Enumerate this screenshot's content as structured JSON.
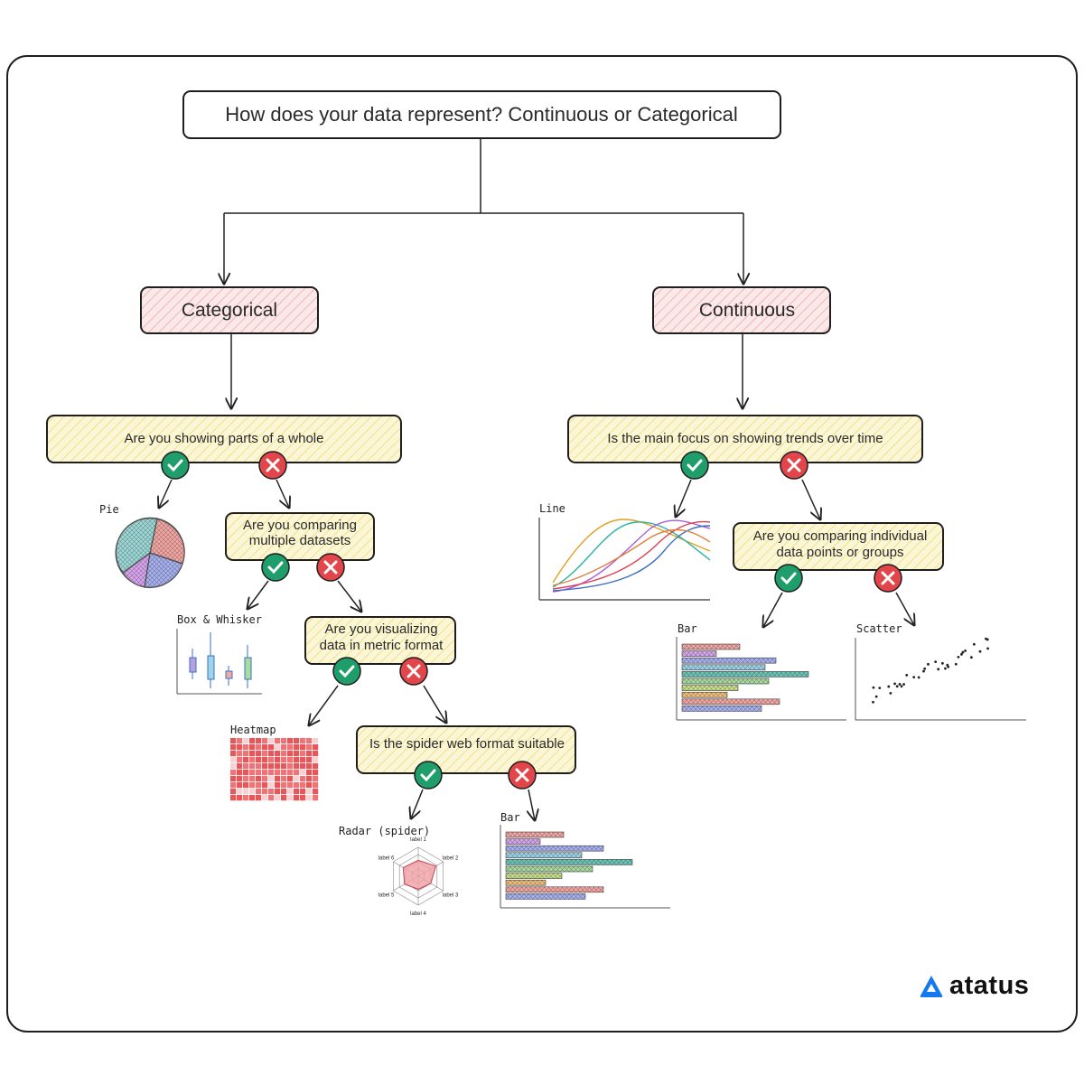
{
  "root_question": "How does your data represent? Continuous or Categorical",
  "categorical": {
    "label": "Categorical",
    "q1": "Are you showing parts of a whole",
    "pie_label": "Pie",
    "q2_line1": "Are you comparing",
    "q2_line2": "multiple datasets",
    "box_label": "Box & Whisker",
    "q3_line1": "Are you visualizing",
    "q3_line2": "data in metric format",
    "heatmap_label": "Heatmap",
    "q4": "Is the spider web format suitable",
    "radar_label": "Radar (spider)",
    "radar_axes": [
      "label 1",
      "label 2",
      "label 3",
      "label 4",
      "label 5",
      "label 6"
    ],
    "bar_label": "Bar"
  },
  "continuous": {
    "label": "Continuous",
    "q1": "Is the main focus on showing trends over time",
    "line_label": "Line",
    "q2_line1": "Are you comparing individual",
    "q2_line2": "data points or groups",
    "bar_label": "Bar",
    "scatter_label": "Scatter"
  },
  "brand": {
    "name": "atatus",
    "icon": "atatus-logo-icon"
  },
  "icons": {
    "yes": "check-icon",
    "no": "cross-icon"
  },
  "colors": {
    "yes": "#1f9d6b",
    "no": "#e2464a",
    "question_fill": "#fbf3c4",
    "category_fill": "#f9d4d6"
  }
}
